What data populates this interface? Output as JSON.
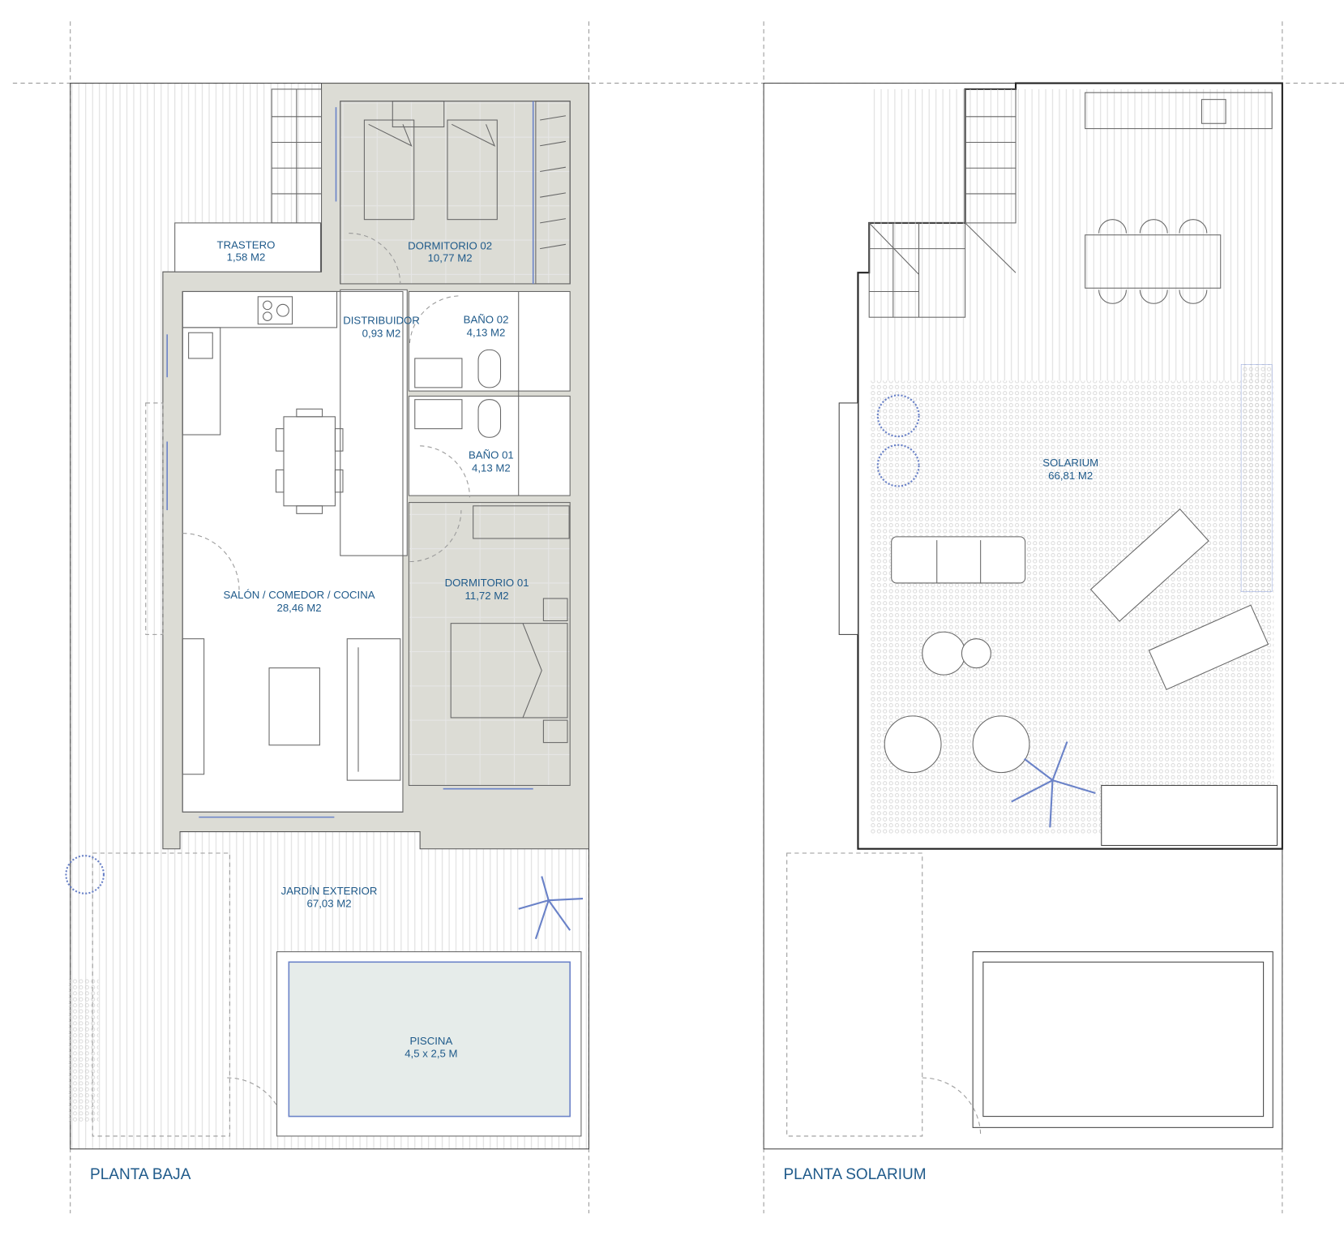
{
  "plans": [
    {
      "title": "PLANTA BAJA",
      "rooms": [
        {
          "name": "TRASTERO",
          "area": "1,58 M2"
        },
        {
          "name": "DORMITORIO 02",
          "area": "10,77 M2"
        },
        {
          "name": "DISTRIBUIDOR",
          "area": "0,93 M2"
        },
        {
          "name": "BAÑO 02",
          "area": "4,13 M2"
        },
        {
          "name": "BAÑO 01",
          "area": "4,13 M2"
        },
        {
          "name": "SALÓN / COMEDOR / COCINA",
          "area": "28,46 M2"
        },
        {
          "name": "DORMITORIO 01",
          "area": "11,72 M2"
        },
        {
          "name": "JARDÍN EXTERIOR",
          "area": "67,03 M2"
        },
        {
          "name": "PISCINA",
          "area": "4,5 x 2,5 M"
        }
      ]
    },
    {
      "title": "PLANTA SOLARIUM",
      "rooms": [
        {
          "name": "SOLARIUM",
          "area": "66,81 M2"
        }
      ]
    }
  ],
  "colors": {
    "label": "#1f5a8a",
    "wall": "#dcdcd5",
    "furniture_accent": "#6a82c8",
    "pool": "#e6ecea"
  }
}
